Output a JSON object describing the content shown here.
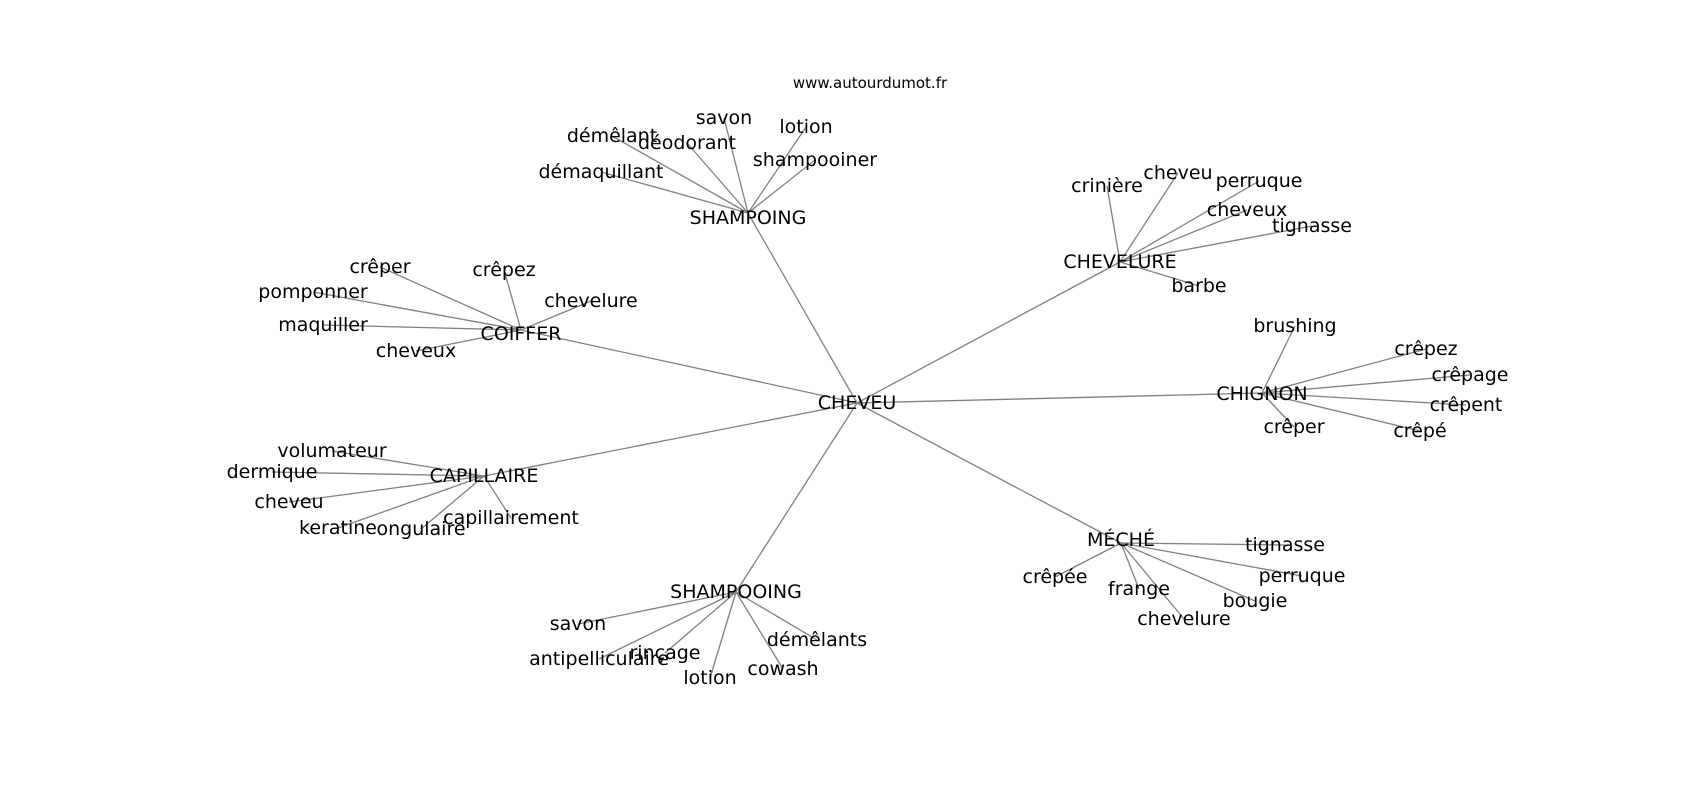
{
  "source": "www.autourdumot.fr",
  "center": "CHEVEU",
  "hubs": [
    {
      "id": "shampoing",
      "label": "SHAMPOING",
      "leaves": [
        "savon",
        "lotion",
        "shampooiner",
        "déodorant",
        "démêlant",
        "démaquillant"
      ]
    },
    {
      "id": "chevelure",
      "label": "CHEVELURE",
      "leaves": [
        "crinière",
        "cheveu",
        "perruque",
        "cheveux",
        "tignasse",
        "barbe"
      ]
    },
    {
      "id": "coiffer",
      "label": "COIFFER",
      "leaves": [
        "crêper",
        "crêpez",
        "pomponner",
        "chevelure",
        "maquiller",
        "cheveux"
      ]
    },
    {
      "id": "chignon",
      "label": "CHIGNON",
      "leaves": [
        "brushing",
        "crêpez",
        "crêpage",
        "crêpent",
        "crêpé",
        "crêper"
      ]
    },
    {
      "id": "capillaire",
      "label": "CAPILLAIRE",
      "leaves": [
        "volumateur",
        "dermique",
        "cheveu",
        "keratine",
        "ongulaire",
        "capillairement"
      ]
    },
    {
      "id": "meche",
      "label": "MÉCHÉ",
      "leaves": [
        "tignasse",
        "crêpée",
        "perruque",
        "frange",
        "bougie",
        "chevelure"
      ]
    },
    {
      "id": "shampooing",
      "label": "SHAMPOOING",
      "leaves": [
        "savon",
        "démêlants",
        "rinçage",
        "antipelliculaire",
        "cowash",
        "lotion"
      ]
    }
  ]
}
